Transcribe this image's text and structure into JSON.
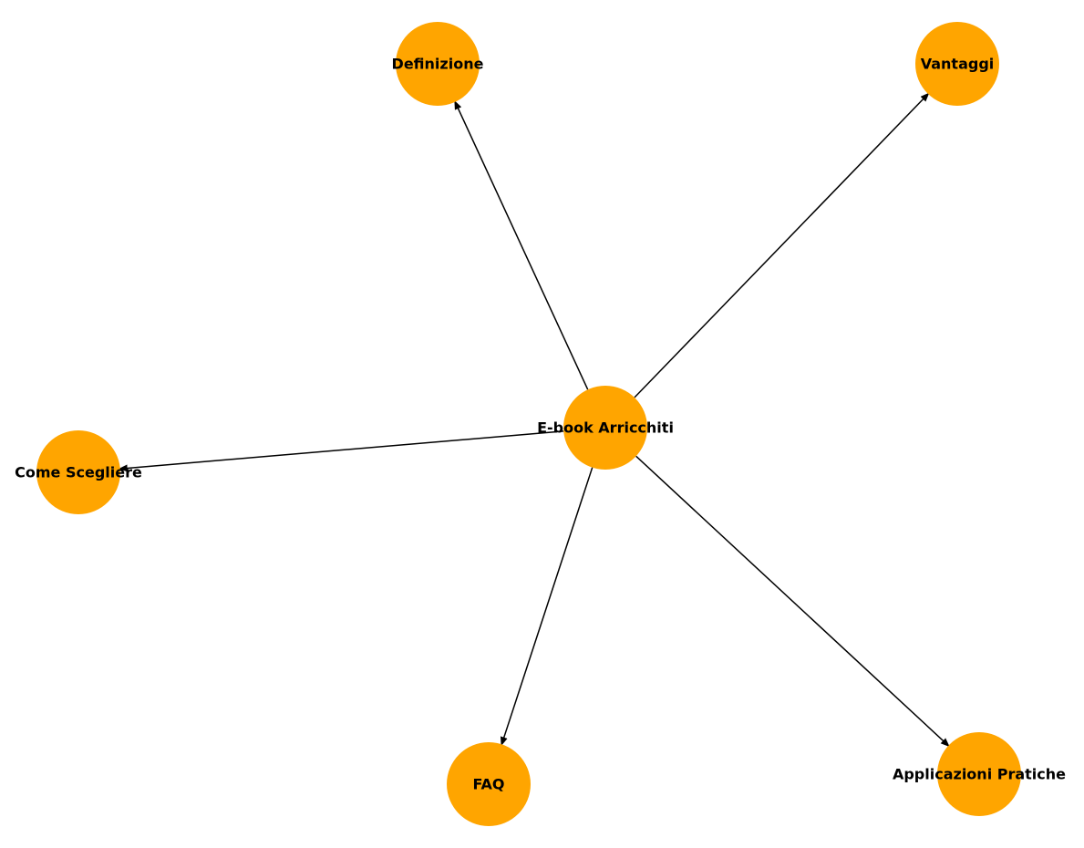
{
  "colors": {
    "node_fill": "#FFA500",
    "edge": "#000000",
    "label": "#000000",
    "background": "#ffffff"
  },
  "diagram": {
    "nodes": [
      {
        "id": "center",
        "label": "E-book Arricchiti"
      },
      {
        "id": "definizione",
        "label": "Definizione"
      },
      {
        "id": "vantaggi",
        "label": "Vantaggi"
      },
      {
        "id": "come_scegliere",
        "label": "Come Scegliere"
      },
      {
        "id": "faq",
        "label": "FAQ"
      },
      {
        "id": "applicazioni",
        "label": "Applicazioni Pratiche"
      }
    ],
    "edges": [
      {
        "from": "center",
        "to": "definizione"
      },
      {
        "from": "center",
        "to": "vantaggi"
      },
      {
        "from": "center",
        "to": "come_scegliere"
      },
      {
        "from": "center",
        "to": "faq"
      },
      {
        "from": "center",
        "to": "applicazioni"
      }
    ]
  }
}
